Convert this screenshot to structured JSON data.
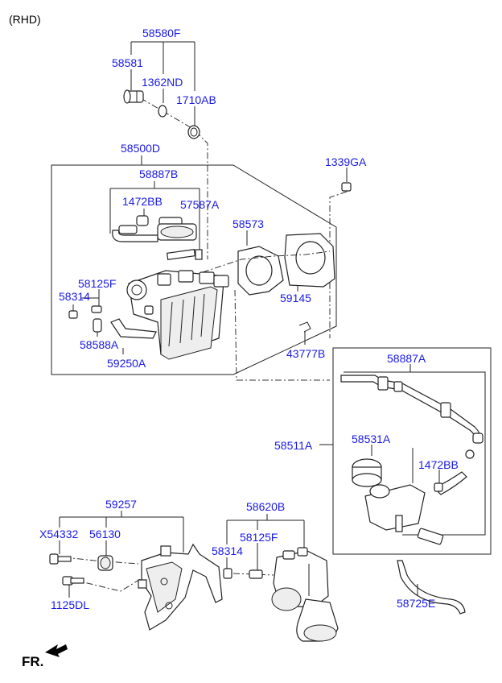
{
  "header": {
    "variant": "(RHD)"
  },
  "footer": {
    "direction": "FR."
  },
  "labels": {
    "l58580F": "58580F",
    "l58581": "58581",
    "l1362ND": "1362ND",
    "l1710AB": "1710AB",
    "l58500D": "58500D",
    "l1339GA": "1339GA",
    "l58887B": "58887B",
    "l1472BB_top": "1472BB",
    "l57587A": "57587A",
    "l58573": "58573",
    "l58125F_top": "58125F",
    "l58314_top": "58314",
    "l59145": "59145",
    "l58588A": "58588A",
    "l59250A": "59250A",
    "l43777B": "43777B",
    "l58887A": "58887A",
    "l58511A": "58511A",
    "l58531A": "58531A",
    "l1472BB_bottom": "1472BB",
    "l59257": "59257",
    "l58620B": "58620B",
    "lX54332": "X54332",
    "l56130": "56130",
    "l58125F_bottom": "58125F",
    "l58314_bottom": "58314",
    "l1125DL": "1125DL",
    "l58725E": "58725E"
  },
  "colors": {
    "label": "#1a1ae6",
    "line": "#222222"
  }
}
